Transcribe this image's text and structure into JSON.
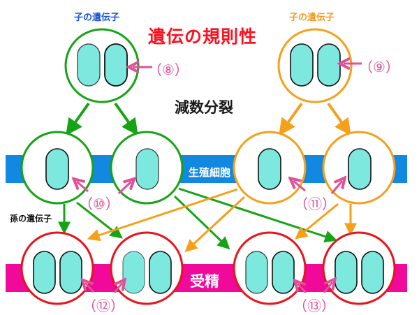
{
  "title": "遺伝の規則性",
  "labels": {
    "child_gene_left": "子の遺伝子",
    "child_gene_right": "子の遺伝子",
    "meiosis": "減数分裂",
    "germ_cell": "生殖細胞",
    "grandchild_gene": "孫の遺伝子",
    "fertilization": "受精"
  },
  "markers": {
    "m8": "（⑧）",
    "m9": "（⑨）",
    "m10": "（⑩）",
    "m11": "（⑪）",
    "m12": "（⑫）",
    "m13": "（⑬）"
  },
  "colors": {
    "title": "#ff1020",
    "parent_left": "#16a316",
    "parent_right": "#f5a01a",
    "offspring": "#e8141c",
    "gene": "#7de8de",
    "germ_band": "#1288e0",
    "fert_band": "#f0099a",
    "marker": "#e0509a",
    "child_label_left": "#1450d8",
    "child_label_right": "#f39a1e"
  },
  "cells": {
    "parents": [
      {
        "id": "parent-left",
        "genes": 2,
        "lineage": "green"
      },
      {
        "id": "parent-right",
        "genes": 2,
        "lineage": "orange"
      }
    ],
    "gametes": [
      {
        "id": "gamete-green-1",
        "genes": 1,
        "lineage": "green"
      },
      {
        "id": "gamete-green-2",
        "genes": 1,
        "lineage": "green"
      },
      {
        "id": "gamete-orange-1",
        "genes": 1,
        "lineage": "orange"
      },
      {
        "id": "gamete-orange-2",
        "genes": 1,
        "lineage": "orange"
      }
    ],
    "offspring": [
      {
        "id": "offspring-1",
        "genes": 2
      },
      {
        "id": "offspring-2",
        "genes": 2
      },
      {
        "id": "offspring-3",
        "genes": 2
      },
      {
        "id": "offspring-4",
        "genes": 2
      }
    ]
  }
}
